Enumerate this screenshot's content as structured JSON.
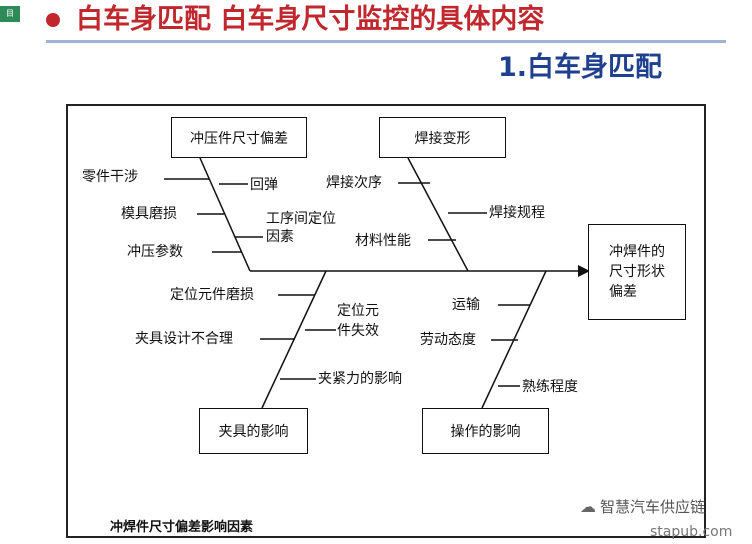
{
  "header": {
    "corner_tag": "目",
    "title": "白车身匹配  白车身尺寸监控的具体内容",
    "subtitle": "1.白车身匹配"
  },
  "diagram": {
    "result": "冲焊件的\n尺寸形状\n偏差",
    "categories": {
      "stamping": "冲压件尺寸偏差",
      "welding": "焊接变形",
      "fixture": "夹具的影响",
      "operation": "操作的影响"
    },
    "causes": {
      "part_interference": "零件干涉",
      "die_wear": "模具磨损",
      "stamping_params": "冲压参数",
      "springback": "回弹",
      "inter_process_positioning": "工序间定位\n因素",
      "weld_sequence": "焊接次序",
      "material_properties": "材料性能",
      "weld_spec": "焊接规程",
      "locator_wear": "定位元件磨损",
      "fixture_design": "夹具设计不合理",
      "locator_failure": "定位元\n件失效",
      "clamping_force": "夹紧力的影响",
      "transport": "运输",
      "work_attitude": "劳动态度",
      "proficiency": "熟练程度"
    },
    "caption": "冲焊件尺寸偏差影响因素"
  },
  "watermark": "智慧汽车供应链",
  "site": "stapub.com"
}
